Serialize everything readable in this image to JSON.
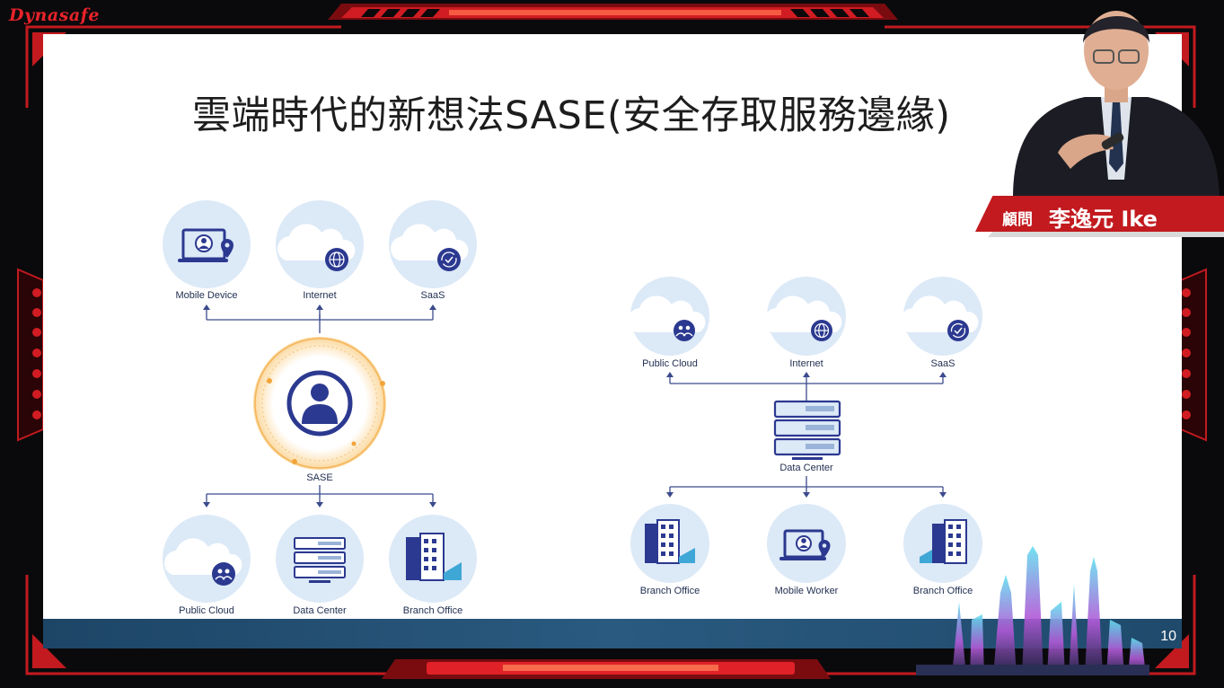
{
  "brand": "Dynasafe",
  "slide": {
    "title": "雲端時代的新想法SASE(安全存取服務邊緣)",
    "page_number": "10"
  },
  "diagram_left": {
    "top_nodes": [
      "Mobile Device",
      "Internet",
      "SaaS"
    ],
    "hub": "SASE",
    "bottom_nodes": [
      "Public Cloud",
      "Data Center",
      "Branch Office"
    ]
  },
  "diagram_right": {
    "top_nodes": [
      "Public Cloud",
      "Internet",
      "SaaS"
    ],
    "hub": "Data Center",
    "bottom_nodes": [
      "Branch Office",
      "Mobile Worker",
      "Branch Office"
    ]
  },
  "presenter": {
    "role": "顧問",
    "name": "李逸元 Ike"
  },
  "colors": {
    "frame_red": "#c21a1f",
    "node_bg": "#dce9f7",
    "icon_navy": "#2b3990",
    "footer_blue": "#1f4a6c"
  }
}
